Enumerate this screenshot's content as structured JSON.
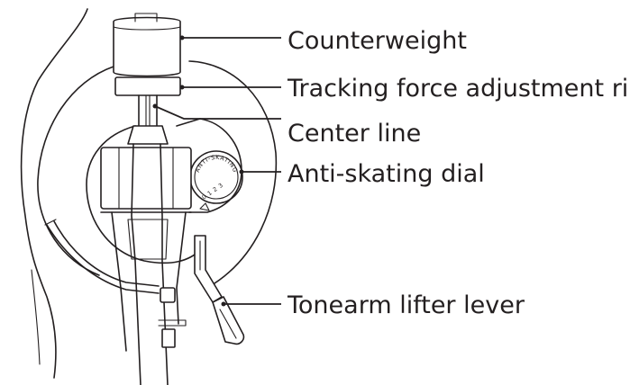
{
  "callouts": [
    {
      "id": "counterweight",
      "label": "Counterweight"
    },
    {
      "id": "tracking-force-ring",
      "label": "Tracking force adjustment ring"
    },
    {
      "id": "center-line",
      "label": "Center line"
    },
    {
      "id": "anti-skating-dial",
      "label": "Anti-skating dial"
    },
    {
      "id": "tonearm-lifter-lever",
      "label": "Tonearm lifter lever"
    }
  ],
  "dial": {
    "text": "ANTI-SKATING",
    "marks": "0 1 2 3"
  },
  "colors": {
    "ink": "#231f20",
    "background": "#ffffff"
  }
}
